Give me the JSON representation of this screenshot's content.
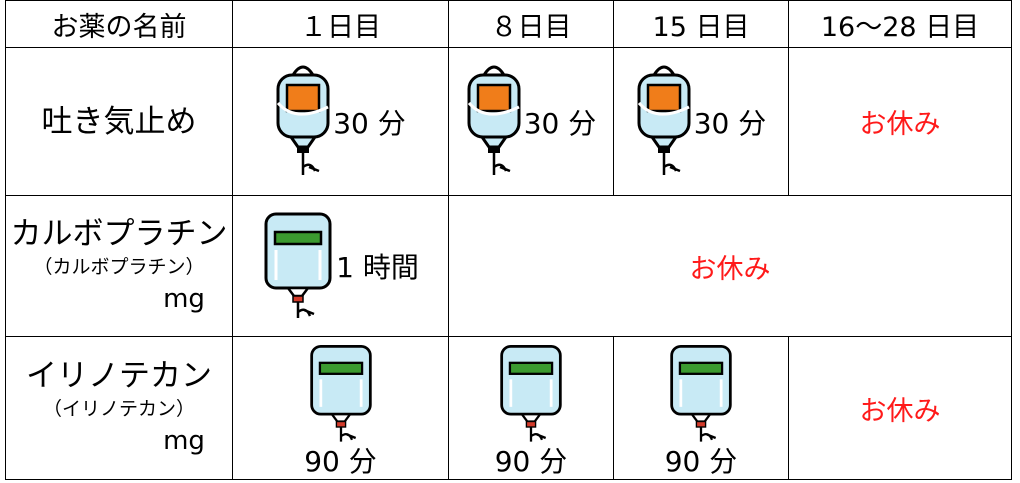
{
  "headers": [
    "お薬の名前",
    "１日目",
    "８日目",
    "15 日目",
    "16〜28 日目"
  ],
  "rows": [
    {
      "name": "吐き気止め",
      "sub": "",
      "mg": "",
      "day1": "30 分",
      "day8": "30 分",
      "day15": "30 分",
      "rest": "お休み"
    },
    {
      "name": "カルボプラチン",
      "sub": "（カルボプラチン）",
      "mg": "mg",
      "day1": "1 時間",
      "rest": "お休み"
    },
    {
      "name": "イリノテカン",
      "sub": "（イリノテカン）",
      "mg": "mg",
      "day1": "90 分",
      "day8": "90 分",
      "day15": "90 分",
      "rest": "お休み"
    }
  ],
  "colors": {
    "rest": "#ff1a1a",
    "bag_fluid": "#c8eaf5",
    "label_small": "#f07d1a",
    "label_large": "#3b9a2f"
  },
  "icons": {
    "small_bag": "iv-bag-small-icon",
    "large_bag": "iv-bag-large-icon"
  }
}
